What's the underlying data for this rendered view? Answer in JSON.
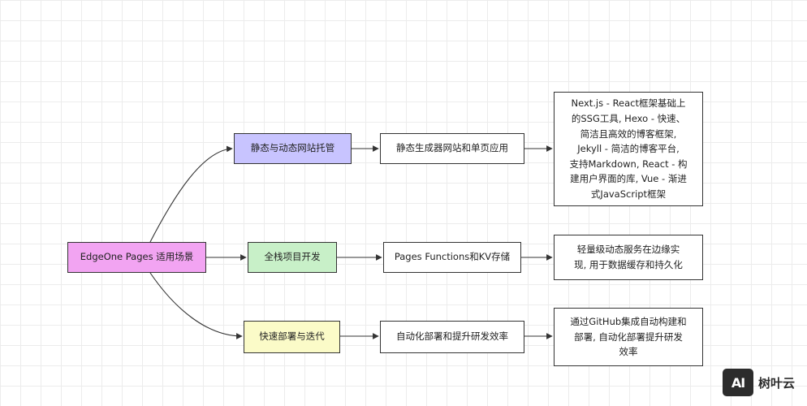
{
  "nodes": {
    "root": {
      "label": "EdgeOne Pages 适用场景",
      "fill": "#f2a4f2"
    },
    "cat1": {
      "label": "静态与动态网站托管",
      "fill": "#c8c4ff"
    },
    "cat2": {
      "label": "全栈项目开发",
      "fill": "#c8f0c8"
    },
    "cat3": {
      "label": "快速部署与迭代",
      "fill": "#fbfbc8"
    },
    "sub1": {
      "label": "静态生成器网站和单页应用"
    },
    "sub2": {
      "label": "Pages Functions和KV存储"
    },
    "sub3": {
      "label": "自动化部署和提升研发效率"
    },
    "det1": {
      "label": "Next.js - React框架基础上\n的SSG工具, Hexo - 快速、\n简洁且高效的博客框架,\nJekyll - 简洁的博客平台,\n支持Markdown, React - 构\n建用户界面的库, Vue - 渐进\n式JavaScript框架"
    },
    "det2": {
      "label": "轻量级动态服务在边缘实\n现, 用于数据缓存和持久化"
    },
    "det3": {
      "label": "通过GitHub集成自动构建和\n部署, 自动化部署提升研发\n效率"
    }
  },
  "watermark": {
    "logo_text": "AI",
    "brand": "树叶云"
  },
  "colors": {
    "stroke": "#333333",
    "grid": "#ececec"
  }
}
